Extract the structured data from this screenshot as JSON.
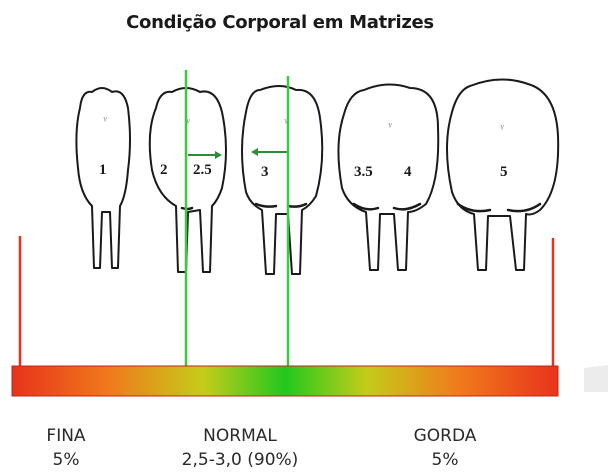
{
  "title": "Condição Corporal em Matrizes",
  "scores": [
    "1",
    "2",
    "2.5",
    "3",
    "3.5",
    "4",
    "5"
  ],
  "categories": [
    {
      "name": "FINA",
      "value": "5%"
    },
    {
      "name": "NORMAL",
      "value": "2,5-3,0 (90%)"
    },
    {
      "name": "GORDA",
      "value": "5%"
    }
  ],
  "colors": {
    "gradient": [
      "#e8331c",
      "#f08a1a",
      "#b8d21a",
      "#22c81e",
      "#b8d21a",
      "#f08a1a",
      "#e8331c"
    ],
    "marker_line": "#3ec83e",
    "side_line": "#e8331c",
    "arrow": "#2e8b3a"
  }
}
